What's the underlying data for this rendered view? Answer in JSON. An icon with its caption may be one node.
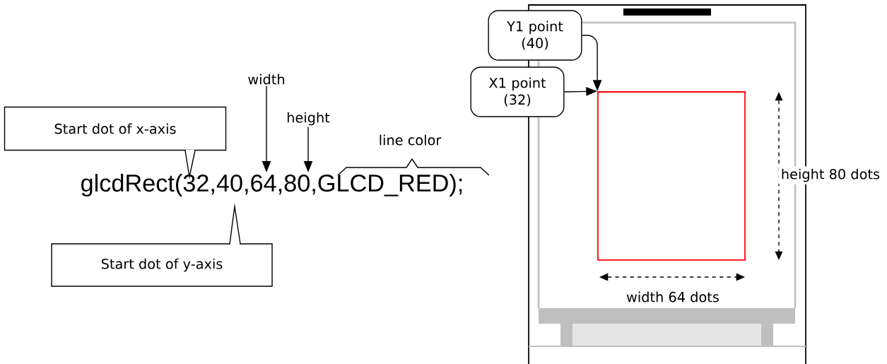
{
  "diagram": {
    "nodes": [
      {
        "text": [
          "Start dot of x-axis"
        ]
      },
      {
        "text": [
          "width"
        ]
      },
      {
        "text": [
          "height"
        ]
      },
      {
        "text": [
          "glcdRect(32,40,64,80,GLCD_RED);"
        ]
      },
      {
        "text": [
          "Start dot of y-axis"
        ]
      },
      {
        "text": [
          "Y1 point (40)"
        ]
      },
      {
        "text": [
          "X1 point (32)"
        ]
      },
      {
        "text": [],
        "shape": "box"
      }
    ],
    "edges": [
      {
        "from": 1,
        "to": 3,
        "arrow": "to"
      },
      {
        "from": 2,
        "to": 3,
        "arrow": "to"
      },
      {
        "from": 5,
        "to": 7,
        "arrow": "to"
      },
      {
        "from": 6,
        "to": 7,
        "arrow": "to"
      }
    ],
    "labels": [
      "line color",
      "width 64 dots",
      "height 80 dots"
    ]
  }
}
